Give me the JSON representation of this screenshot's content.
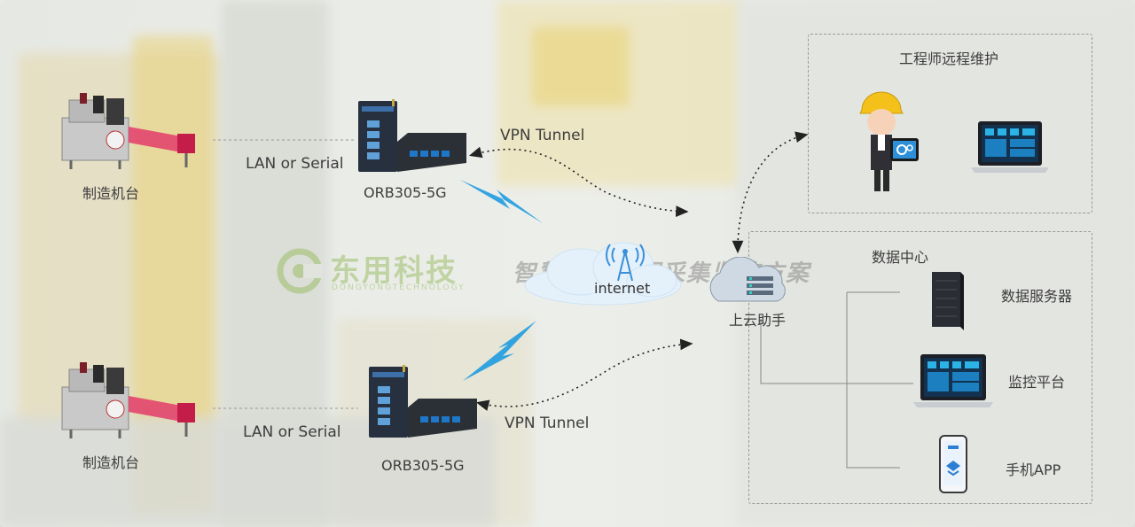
{
  "watermark": {
    "brand": "东用科技",
    "brand_sub": "DONGYONGTECHNOLOGY",
    "slogan": "智慧工厂数据采集监控方案"
  },
  "machines": [
    {
      "label": "制造机台",
      "link_label": "LAN or Serial",
      "router_label": "ORB305-5G",
      "tunnel_label": "VPN Tunnel"
    },
    {
      "label": "制造机台",
      "link_label": "LAN or Serial",
      "router_label": "ORB305-5G",
      "tunnel_label": "VPN Tunnel"
    }
  ],
  "cloud": {
    "label": "internet"
  },
  "cloud_helper": {
    "label": "上云助手"
  },
  "remote_panel": {
    "title": "工程师远程维护"
  },
  "datacenter": {
    "title": "数据中心",
    "items": [
      {
        "label": "数据服务器",
        "icon": "server-icon"
      },
      {
        "label": "监控平台",
        "icon": "laptop-icon"
      },
      {
        "label": "手机APP",
        "icon": "phone-icon"
      }
    ]
  },
  "colors": {
    "lightning": "#1e9be0",
    "panel_border": "#9a9a9a",
    "watermark_green": "#9dbf6a",
    "helmet_yellow": "#f3c11a"
  }
}
